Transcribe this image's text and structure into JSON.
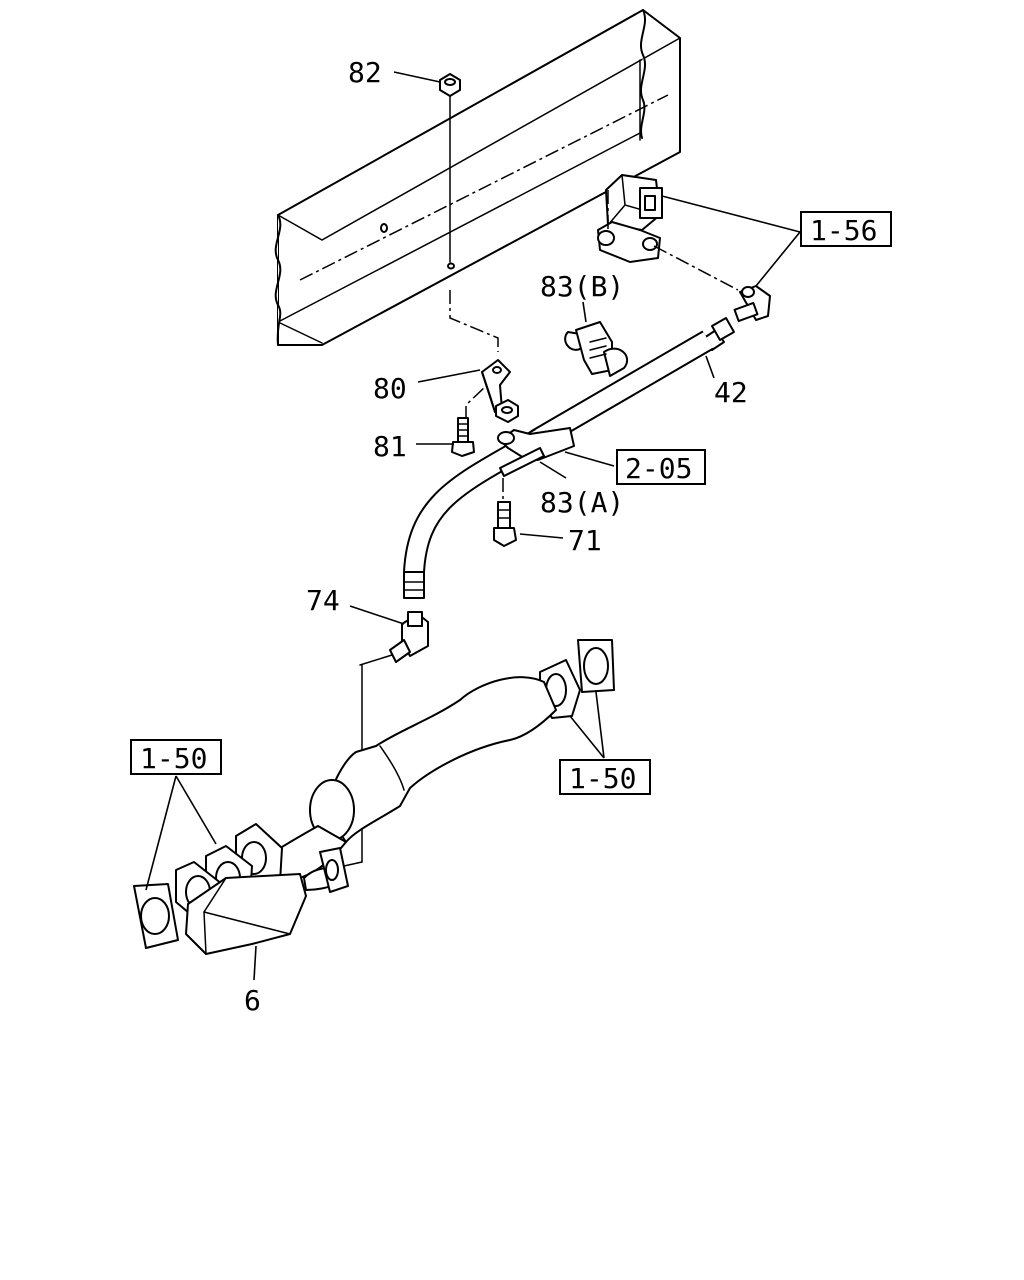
{
  "callouts": {
    "c82": "82",
    "c80": "80",
    "c81": "81",
    "c83b": "83(B)",
    "c83a": "83(A)",
    "c42": "42",
    "c71": "71",
    "c74": "74",
    "c6": "6"
  },
  "references": {
    "r156": "1-56",
    "r205": "2-05",
    "r150_left": "1-50",
    "r150_right": "1-50"
  }
}
